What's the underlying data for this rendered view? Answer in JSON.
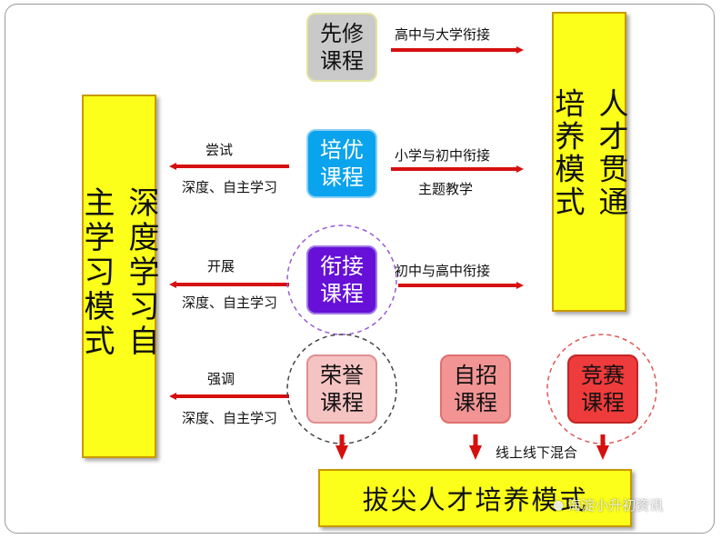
{
  "panels": {
    "left": "深度学习自主学习模式",
    "right": "人才贯通培养模式",
    "bottom": "拔尖人才培养模式"
  },
  "courses": [
    {
      "label": "先修课程"
    },
    {
      "label": "培优课程"
    },
    {
      "label": "衔接课程"
    },
    {
      "label": "荣誉课程"
    },
    {
      "label": "自招课程"
    },
    {
      "label": "竞赛课程"
    }
  ],
  "labels": {
    "xianxiu_right": "高中与大学衔接",
    "peiyou_right_1": "小学与初中衔接",
    "peiyou_right_2": "主题教学",
    "peiyou_left_1": "尝试",
    "peiyou_left_2": "深度、自主学习",
    "xianjie_right": "初中与高中衔接",
    "xianjie_left_1": "开展",
    "xianjie_left_2": "深度、自主学习",
    "rongyu_left_1": "强调",
    "rongyu_left_2": "深度、自主学习",
    "blend": "线上线下混合"
  },
  "watermark": "海淀小升初资讯",
  "colors": {
    "panel_fill": "#fbff19",
    "arrow": "#d60f0f",
    "xianxiu": "#c9c9c9",
    "peiyou": "#0aa3ee",
    "xianjie": "#6610d8",
    "rongyu": "#f6c3c3",
    "zizhao": "#f29494",
    "jingsai": "#ee3b3b"
  }
}
